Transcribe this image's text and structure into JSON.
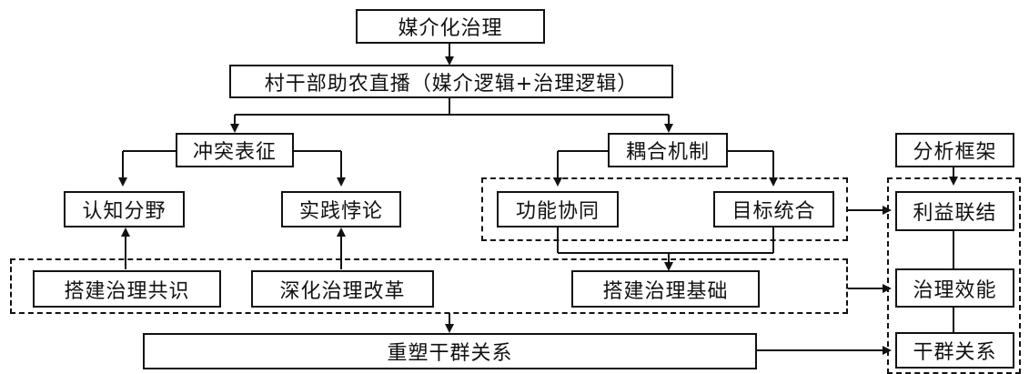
{
  "nodes": {
    "media_governance": "媒介化治理",
    "village_cadre_live": "村干部助农直播（媒介逻辑+治理逻辑）",
    "conflict": "冲突表征",
    "coupling": "耦合机制",
    "framework": "分析框架",
    "cognitive_gap": "认知分野",
    "practice_paradox": "实践悖论",
    "function_synergy": "功能协同",
    "goal_integration": "目标统合",
    "interest_link": "利益联结",
    "build_consensus": "搭建治理共识",
    "deepen_reform": "深化治理改革",
    "build_foundation": "搭建治理基础",
    "governance_efficiency": "治理效能",
    "reshape_relation": "重塑干群关系",
    "cadre_mass_relation": "干群关系"
  }
}
